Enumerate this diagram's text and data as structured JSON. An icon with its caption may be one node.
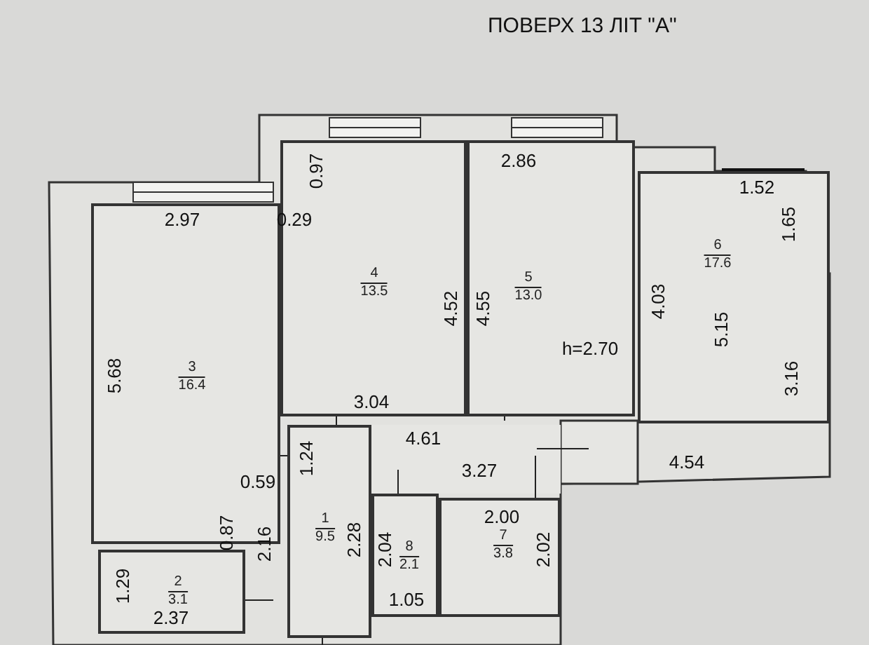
{
  "diagram": {
    "title": "ПОВЕРХ 13 ЛІТ \"А\"",
    "nodes": [
      {
        "text": [
          "4",
          "13.5"
        ]
      },
      {
        "text": [
          "5",
          "13.0"
        ]
      },
      {
        "text": [
          "6",
          "17.6"
        ]
      },
      {
        "text": [
          "3",
          "16.4"
        ]
      },
      {
        "text": [
          "1",
          "9.5"
        ]
      },
      {
        "text": [
          "8",
          "2.1"
        ]
      },
      {
        "text": [
          "7",
          "3.8"
        ]
      },
      {
        "text": [
          "2",
          "3.1"
        ]
      }
    ],
    "edges": [],
    "labels": [
      "0.97",
      "2.86",
      "1.52",
      "2.97",
      "0.29",
      "1.65",
      "4.52",
      "4.55",
      "4.03",
      "5.15",
      "5.68",
      "h=2.70",
      "3.16",
      "3.04",
      "4.61",
      "1.24",
      "3.27",
      "0.59",
      "4.54",
      "2.00",
      "0.87",
      "2.16",
      "2.28",
      "2.04",
      "2.02",
      "1.29",
      "1.05",
      "2.37"
    ]
  }
}
